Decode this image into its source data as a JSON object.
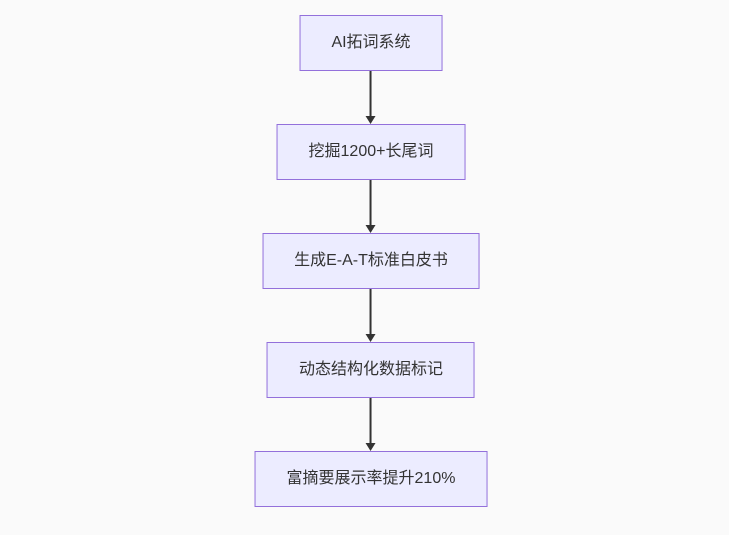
{
  "diagram": {
    "type": "flowchart",
    "direction": "top-down",
    "nodes": [
      {
        "label": "AI拓词系统"
      },
      {
        "label": "挖掘1200+长尾词"
      },
      {
        "label": "生成E-A-T标准白皮书"
      },
      {
        "label": "动态结构化数据标记"
      },
      {
        "label": "富摘要展示率提升210%"
      }
    ],
    "edges": [
      {
        "from": 0,
        "to": 1,
        "style": "arrow-down"
      },
      {
        "from": 1,
        "to": 2,
        "style": "arrow-down"
      },
      {
        "from": 2,
        "to": 3,
        "style": "arrow-down"
      },
      {
        "from": 3,
        "to": 4,
        "style": "arrow-down"
      }
    ],
    "colors": {
      "node_fill": "#ECECFF",
      "node_border": "#9370DB",
      "edge": "#333333",
      "text": "#333333",
      "background": "#FAFAFA"
    }
  }
}
